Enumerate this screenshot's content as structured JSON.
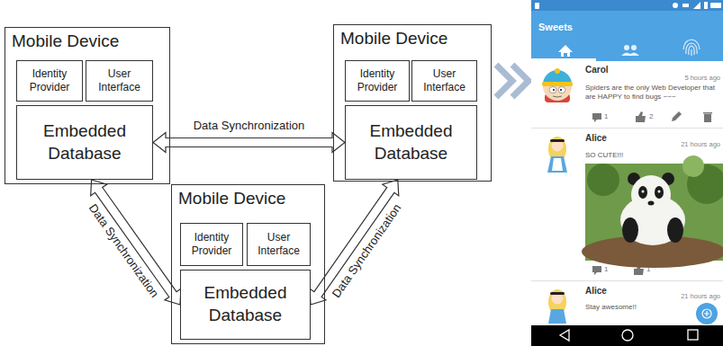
{
  "diagram": {
    "nodes": [
      {
        "text": [
          "Mobile Device"
        ]
      },
      {
        "text": [
          "Identity Provider"
        ],
        "in": 0
      },
      {
        "text": [
          "User Interface"
        ],
        "in": 0
      },
      {
        "text": [
          "Embedded Database"
        ],
        "in": 0
      },
      {
        "text": [
          "Mobile Device"
        ]
      },
      {
        "text": [
          "Identity Provider"
        ],
        "in": 4
      },
      {
        "text": [
          "User Interface"
        ],
        "in": 4
      },
      {
        "text": [
          "Embedded Database"
        ],
        "in": 4
      },
      {
        "text": [
          "Mobile Device"
        ]
      },
      {
        "text": [
          "Identity Provider"
        ],
        "in": 8
      },
      {
        "text": [
          "User Interface"
        ],
        "in": 8
      },
      {
        "text": [
          "Embedded Database"
        ],
        "in": 8
      }
    ],
    "edges": [
      {
        "from": 3,
        "to": 7,
        "label": "Data Synchronization",
        "arrow": "both"
      },
      {
        "from": 3,
        "to": 11,
        "label": "Data Synchronization",
        "arrow": "both"
      },
      {
        "from": 7,
        "to": 11,
        "label": "Data Synchronization",
        "arrow": "both"
      }
    ],
    "labels": [
      "Sweets",
      "Carol",
      "5 hours ago",
      "Spiders are the only Web Developer that are HAPPY to find bugs ~~~",
      "1",
      "2",
      "Alice",
      "21 hours ago",
      "SO CUTE!!!",
      "1",
      "1",
      "Alice",
      "21 hours ago",
      "Stay awesome!!"
    ]
  }
}
